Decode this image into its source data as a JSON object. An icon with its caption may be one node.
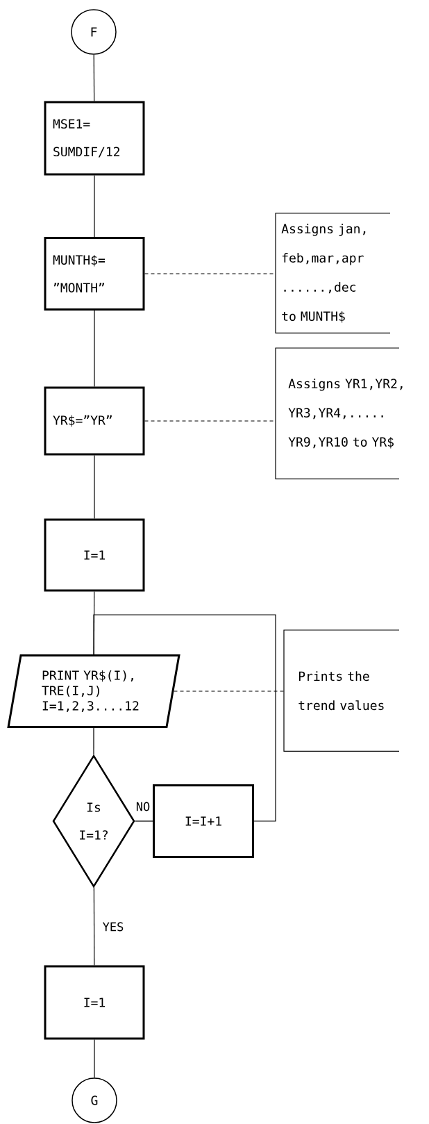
{
  "diagram": {
    "nodes": [
      {
        "text": [
          "F"
        ]
      },
      {
        "text": [
          "MSE1= SUMDIF/12"
        ]
      },
      {
        "text": [
          "MUNTH$= ”MONTH”"
        ]
      },
      {
        "text": [
          "Assigns jan, feb,mar,apr ......,dec to MUNTH$"
        ]
      },
      {
        "text": [
          "YR$=”YR”"
        ]
      },
      {
        "text": [
          "Assigns YR1,YR2, YR3,YR4,..... YR9,YR10 to YR$"
        ]
      },
      {
        "text": [
          "I=1"
        ]
      },
      {
        "text": [
          "PRINT YR$(I), TRE(I,J) I=1,2,3....12"
        ]
      },
      {
        "text": [
          "Prints the trend values"
        ]
      },
      {
        "text": [
          "Is I=1?"
        ]
      },
      {
        "text": [
          "I=I+1"
        ]
      },
      {
        "text": [
          "I=1"
        ]
      },
      {
        "text": [
          "G"
        ]
      }
    ],
    "edges": [
      {
        "from": 0,
        "to": 1,
        "arrow": "none"
      },
      {
        "from": 1,
        "to": 2,
        "arrow": "none"
      },
      {
        "from": 2,
        "to": 4,
        "arrow": "none"
      },
      {
        "from": 4,
        "to": 6,
        "arrow": "none"
      },
      {
        "from": 6,
        "to": 7,
        "arrow": "none"
      },
      {
        "from": 7,
        "to": 9,
        "arrow": "none"
      },
      {
        "from": 9,
        "to": 10,
        "arrow": "none",
        "label": "NO"
      },
      {
        "from": 9,
        "to": 11,
        "arrow": "none",
        "label": "YES"
      },
      {
        "from": 11,
        "to": 12,
        "arrow": "none"
      },
      {
        "from": 10,
        "to": 7,
        "arrow": "none"
      },
      {
        "from": 2,
        "to": 3,
        "arrow": "none",
        "style": "dashed"
      },
      {
        "from": 4,
        "to": 5,
        "arrow": "none",
        "style": "dashed"
      },
      {
        "from": 7,
        "to": 8,
        "arrow": "none",
        "style": "dashed"
      }
    ]
  }
}
